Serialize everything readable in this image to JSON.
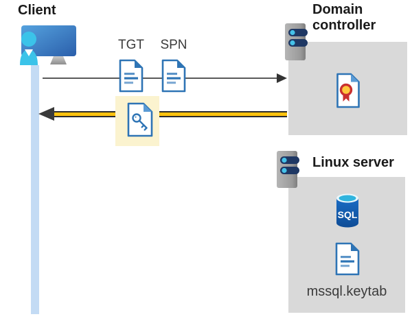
{
  "client": {
    "title": "Client"
  },
  "flow": {
    "tgt_label": "TGT",
    "spn_label": "SPN"
  },
  "domain_controller": {
    "title": "Domain controller"
  },
  "linux_server": {
    "title": "Linux server",
    "sql_label": "SQL",
    "keytab_label": "mssql.keytab"
  },
  "colors": {
    "swimlane_blue": "#C3DBF4",
    "box_gray": "#D9D9D9",
    "request_arrow_gray": "#595959",
    "response_arrow_yellow": "#FFC20E",
    "highlight_yellow": "#FBF3CF",
    "document_blue": "#2E74B5",
    "server_bar_navy": "#1F3864",
    "server_dot_cyan": "#45C2E9",
    "person_cyan": "#3BC3E9",
    "certificate_red": "#C9302F",
    "certificate_gold": "#FFC83D",
    "sql_body_blue": "#1460B4",
    "sql_top_cyan": "#2FB4DE"
  },
  "icons": [
    "client-computer-icon",
    "person-icon",
    "server-icon",
    "document-icon",
    "key-ticket-icon",
    "certificate-icon",
    "sql-database-icon"
  ]
}
